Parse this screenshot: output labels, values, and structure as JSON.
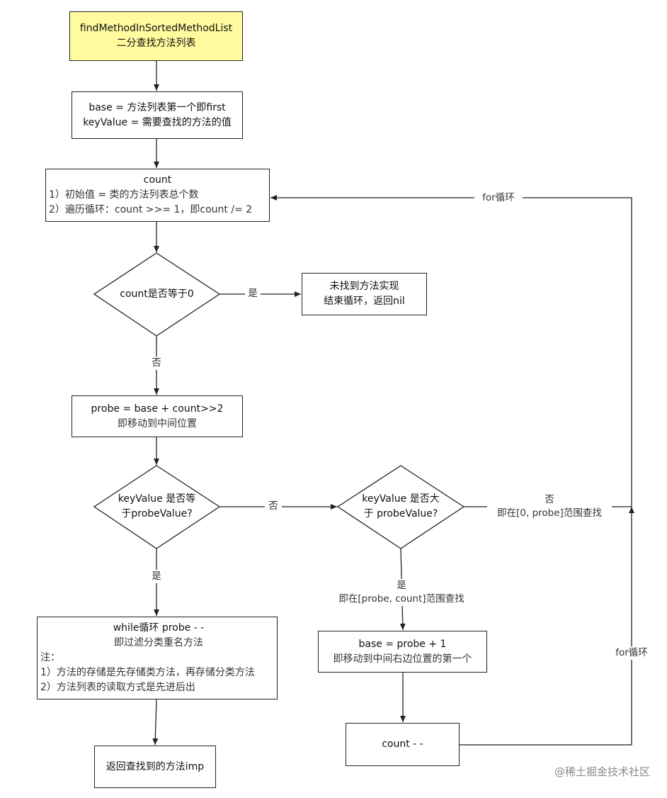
{
  "nodes": {
    "start": [
      "findMethodInSortedMethodList",
      "二分查找方法列表"
    ],
    "init": [
      "base = 方法列表第一个即first",
      "keyValue = 需要查找的方法的值"
    ],
    "count": [
      "count",
      "1）初始值 = 类的方法列表总个数",
      "2）遍历循环：count >>= 1，即count /= 2"
    ],
    "decision_count_zero": [
      "count是否等于0"
    ],
    "not_found": [
      "未找到方法实现",
      "结束循环，返回nil"
    ],
    "probe": [
      "probe = base + count>>2",
      "即移动到中间位置"
    ],
    "decision_equal": [
      "keyValue 是否等",
      "于probeValue?"
    ],
    "decision_greater": [
      "keyValue 是否大",
      "于 probeValue?"
    ],
    "while_loop": [
      "while循环 probe - -",
      "即过滤分类重名方法",
      "注：",
      "1）方法的存储是先存储类方法，再存储分类方法",
      "2）方法列表的读取方式是先进后出"
    ],
    "return_imp": [
      "返回查找到的方法imp"
    ],
    "base_update": [
      "base = probe + 1",
      "即移动到中间右边位置的第一个"
    ],
    "count_dec": [
      "count - -"
    ]
  },
  "edge_labels": {
    "yes_zero": "是",
    "no_zero": "否",
    "no_equal": "否",
    "yes_equal": "是",
    "yes_greater": [
      "是",
      "即在[probe, count]范围查找"
    ],
    "no_greater": [
      "否",
      "即在[0, probe]范围查找"
    ],
    "for_loop_top": "for循环",
    "for_loop_side": "for循环"
  },
  "watermark": "@稀土掘金技术社区",
  "colors": {
    "start_fill": "#fffb9e",
    "line": "#222222",
    "label_text": "#333333",
    "watermark": "#8a8a8a"
  }
}
